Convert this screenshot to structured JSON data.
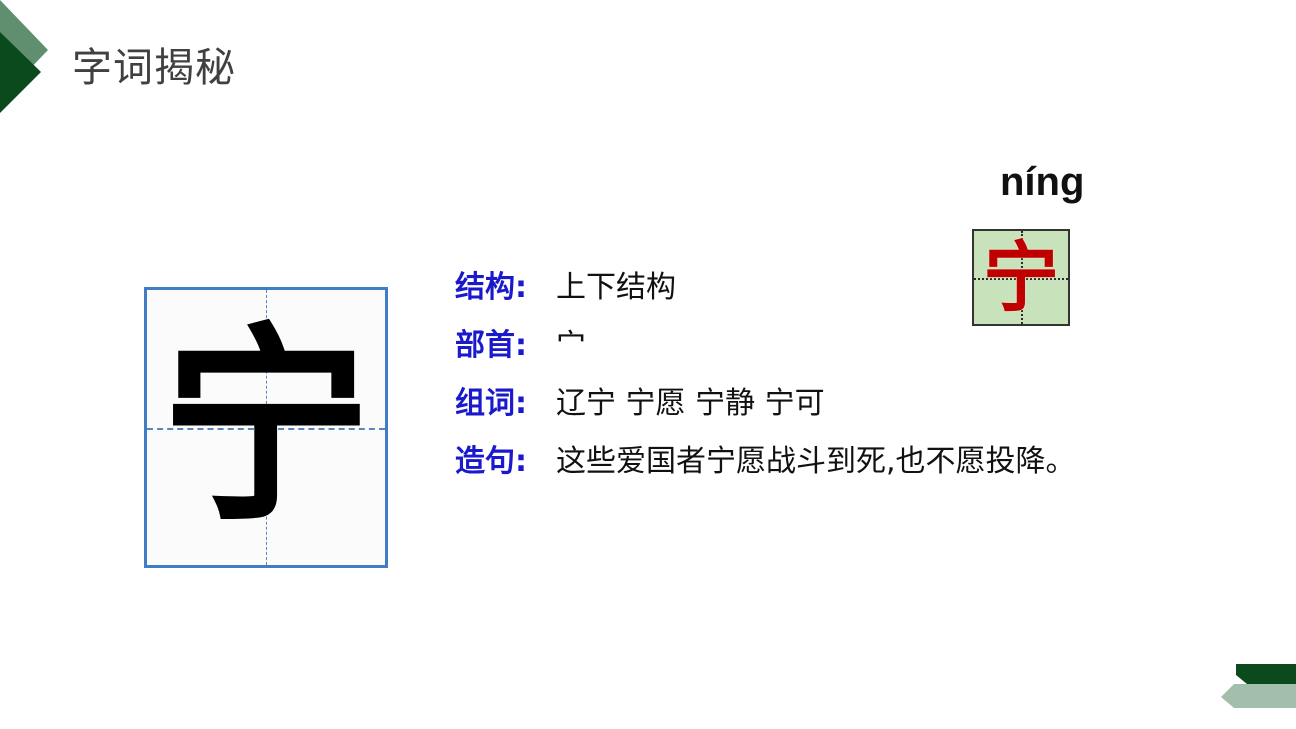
{
  "slide": {
    "title": "字词揭秘",
    "colors": {
      "accent_dark_green": "#0b4a1c",
      "accent_light_green": "#5f8f6f",
      "label_blue": "#1a1acc",
      "grid_border_blue": "#3f7dc4",
      "tile_bg_green": "#c8e2bc",
      "tile_char_red": "#c00000"
    }
  },
  "character": {
    "hanzi": "宁",
    "pinyin": "níng"
  },
  "info": [
    {
      "label": "结构:",
      "value": "上下结构"
    },
    {
      "label": "部首:",
      "value": "宀"
    },
    {
      "label": "组词:",
      "value": "辽宁 宁愿 宁静 宁可"
    },
    {
      "label": "造句:",
      "value": "这些爱国者宁愿战斗到死,也不愿投降。"
    }
  ],
  "icons": {
    "corner": "triangle-arrow-icon",
    "footer": "arrow-chevron-icon"
  }
}
